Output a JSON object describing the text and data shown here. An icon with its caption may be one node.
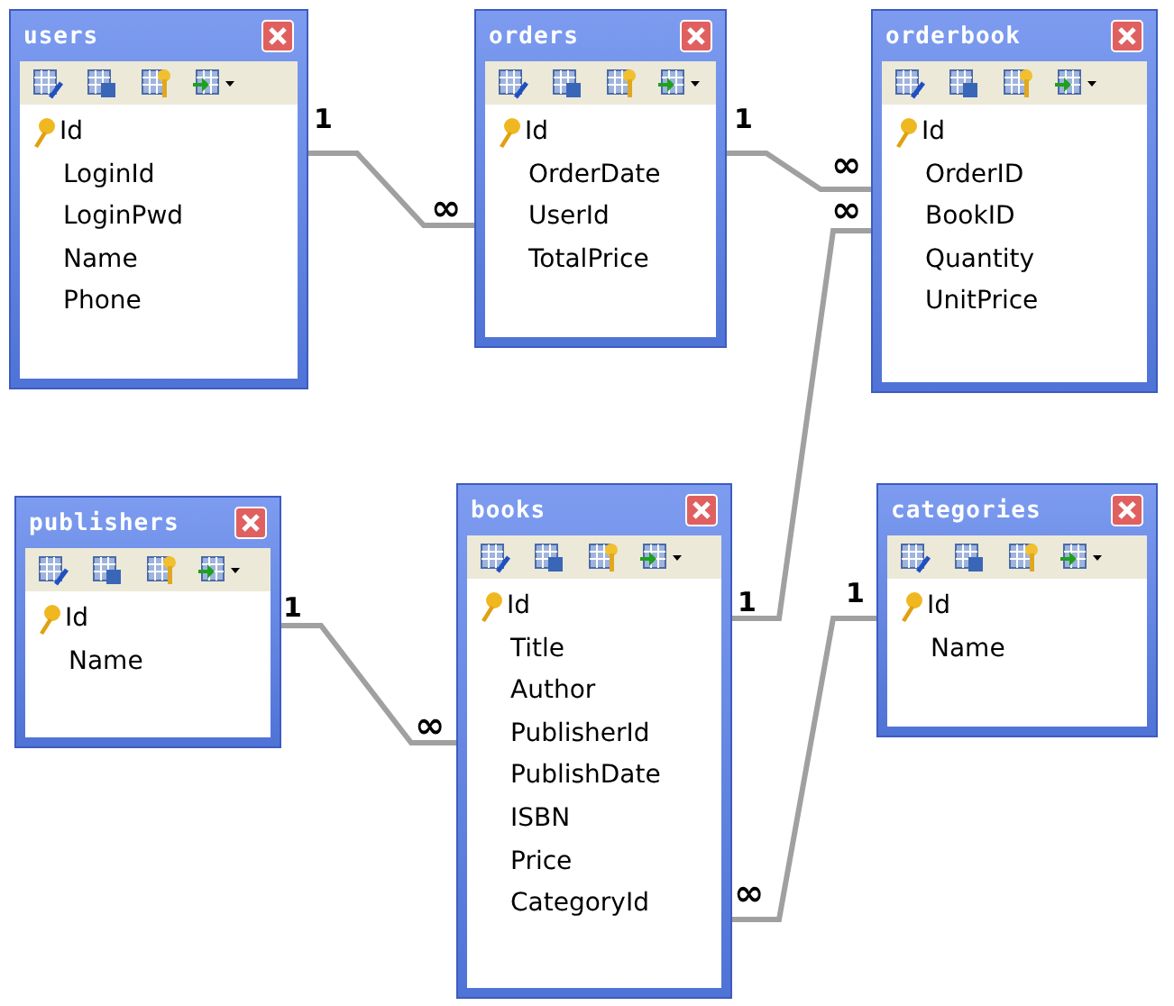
{
  "diagram": {
    "nodes": [
      {
        "text": [
          "users",
          "Id",
          "LoginId",
          "LoginPwd",
          "Name",
          "Phone"
        ]
      },
      {
        "text": [
          "orders",
          "Id",
          "OrderDate",
          "UserId",
          "TotalPrice"
        ]
      },
      {
        "text": [
          "orderbook",
          "Id",
          "OrderID",
          "BookID",
          "Quantity",
          "UnitPrice"
        ]
      },
      {
        "text": [
          "publishers",
          "Id",
          "Name"
        ]
      },
      {
        "text": [
          "books",
          "Id",
          "Title",
          "Author",
          "PublisherId",
          "PublishDate",
          "ISBN",
          "Price",
          "CategoryId"
        ]
      },
      {
        "text": [
          "categories",
          "Id",
          "Name"
        ]
      }
    ],
    "edges": [
      {
        "from": 0,
        "to": 1,
        "arrow": "none"
      },
      {
        "from": 1,
        "to": 2,
        "arrow": "none"
      },
      {
        "from": 4,
        "to": 2,
        "arrow": "none"
      },
      {
        "from": 3,
        "to": 4,
        "arrow": "none"
      },
      {
        "from": 5,
        "to": 4,
        "arrow": "none"
      }
    ],
    "labels": [
      "1",
      "1",
      "∞",
      "∞",
      "∞",
      "1",
      "1",
      "1",
      "∞",
      "∞"
    ]
  }
}
